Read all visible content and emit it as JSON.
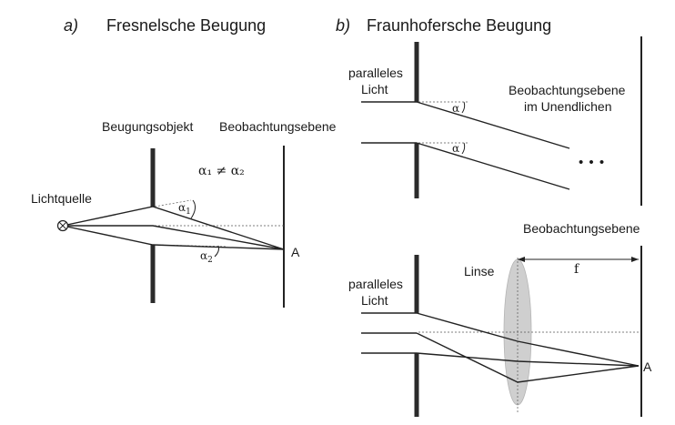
{
  "panel_a": {
    "letter": "a)",
    "title": "Fresnelsche Beugung",
    "object_label": "Beugungsobjekt",
    "screen_label": "Beobachtungsebene",
    "source_label": "Lichtquelle",
    "relation": "α₁ ≠ α₂",
    "alpha1": "α",
    "alpha1_sub": "1",
    "alpha2": "α",
    "alpha2_sub": "2",
    "point": "A"
  },
  "panel_b": {
    "letter": "b)",
    "title": "Fraunhofersche Beugung",
    "top": {
      "light_line1": "paralleles",
      "light_line2": "Licht",
      "screen_line1": "Beobachtungsebene",
      "screen_line2": "im Unendlichen",
      "alpha_a": "α",
      "alpha_b": "α",
      "ellipsis": "• • •"
    },
    "bottom": {
      "screen_label": "Beobachtungsebene",
      "light_line1": "paralleles",
      "light_line2": "Licht",
      "lens_label": "Linse",
      "focal": "f",
      "point": "A"
    }
  },
  "colors": {
    "ink": "#222222",
    "lens_fill": "#cfcfcf"
  }
}
